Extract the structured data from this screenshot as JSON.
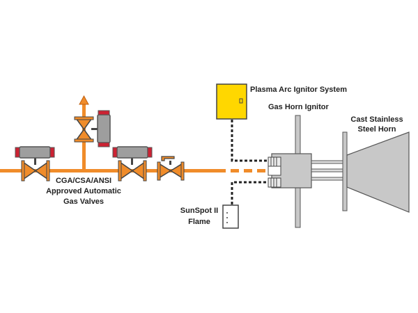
{
  "labels": {
    "plasma_system": "Plasma Arc Ignitor System",
    "gas_horn_ignitor": "Gas Horn Ignitor",
    "cast_horn_line1": "Cast Stainless",
    "cast_horn_line2": "Steel Horn",
    "valves_line1": "CGA/CSA/ANSI",
    "valves_line2": "Approved Automatic",
    "valves_line3": "Gas Valves",
    "sunspot_line1": "SunSpot II",
    "sunspot_line2": "Flame"
  },
  "colors": {
    "gas_line": "#f08c2a",
    "valve": "#f08c2a",
    "actuator_body": "#9e9e9e",
    "actuator_cap": "#cc2233",
    "ignitor_box": "#ffd700",
    "steel": "#c8c8c8",
    "outline": "#444444",
    "dotted_wire": "#222222"
  },
  "icons": {
    "valve": "butterfly-valve-icon",
    "actuator": "valve-actuator-icon",
    "vent_arrow": "vent-arrow-icon",
    "ignitor_box": "ignitor-control-box-icon",
    "sensor": "flame-sensor-icon"
  }
}
